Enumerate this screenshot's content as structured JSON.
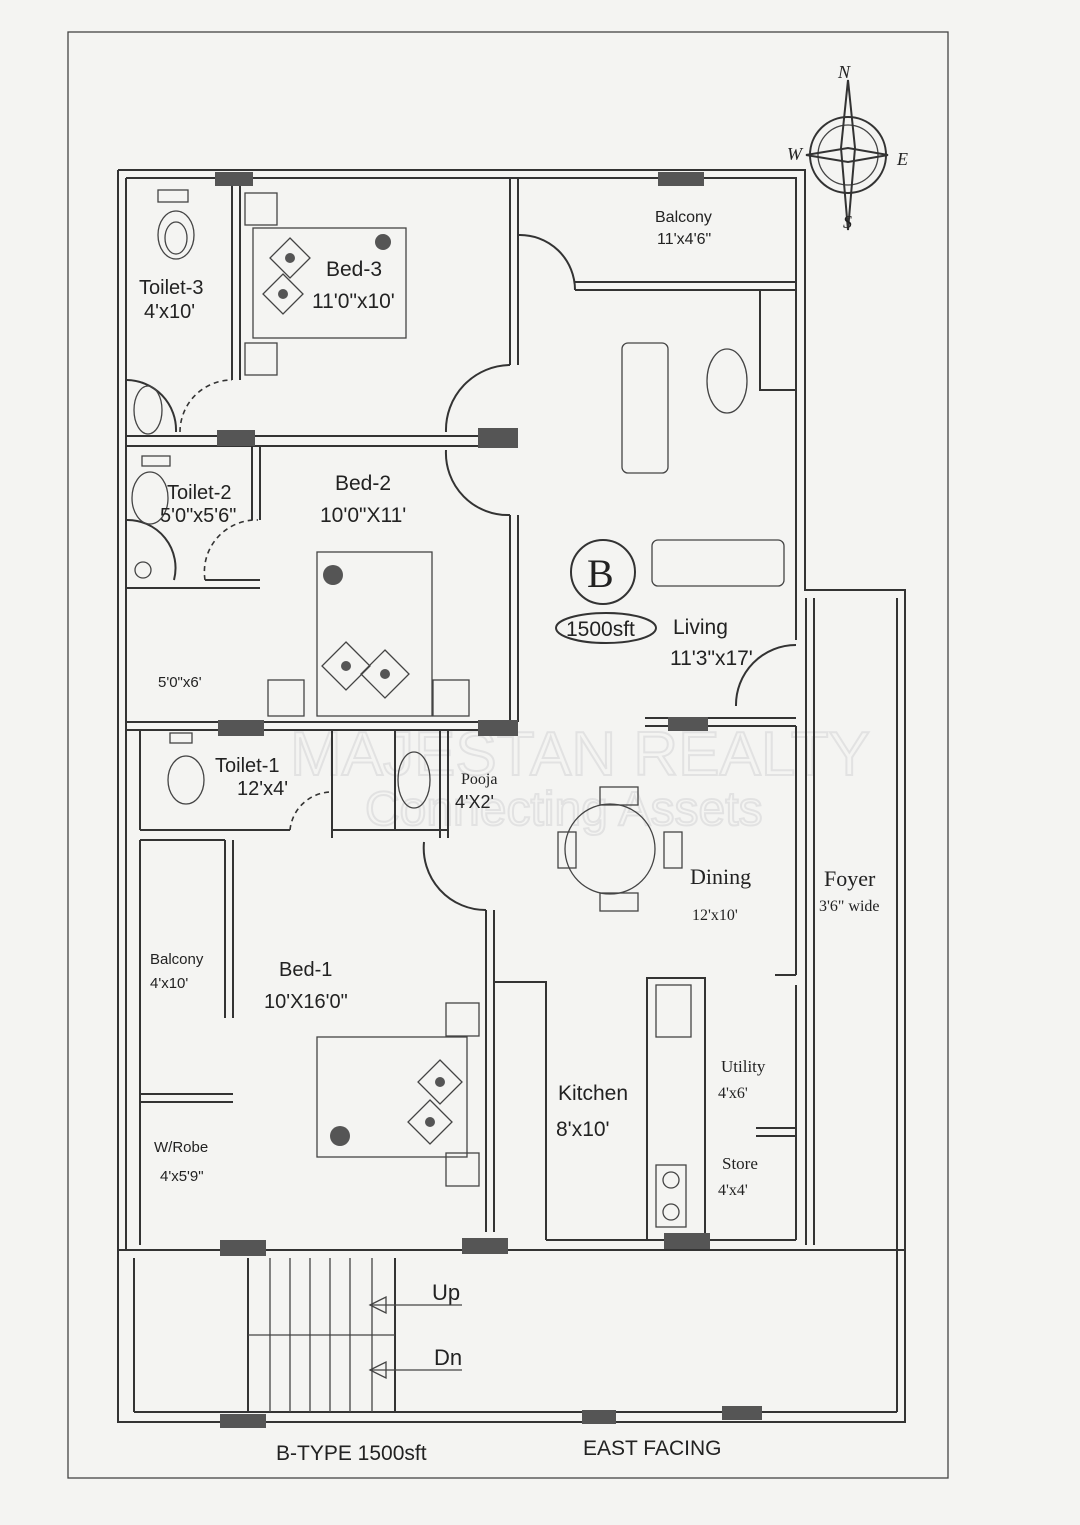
{
  "plan": {
    "type_label": "B-TYPE 1500sft",
    "facing_label": "EAST FACING",
    "badge_letter": "B",
    "area_label": "1500sft"
  },
  "compass": {
    "n": "N",
    "s": "S",
    "e": "E",
    "w": "W"
  },
  "watermark": {
    "title": "MAJESTAN REALTY",
    "subtitle": "Connecting Assets"
  },
  "rooms": {
    "toilet3": {
      "name": "Toilet-3",
      "size": "4'x10'"
    },
    "bed3": {
      "name": "Bed-3",
      "size": "11'0\"x10'"
    },
    "balcony_top": {
      "name": "Balcony",
      "size": "11'x4'6\""
    },
    "toilet2": {
      "name": "Toilet-2",
      "size": "5'0\"x5'6\""
    },
    "bed2": {
      "name": "Bed-2",
      "size": "10'0\"X11'"
    },
    "dress": {
      "size": "5'0\"x6'"
    },
    "living": {
      "name": "Living",
      "size": "11'3\"x17'"
    },
    "toilet1": {
      "name": "Toilet-1",
      "size": "12'x4'"
    },
    "pooja": {
      "name": "Pooja",
      "size": "4'X2'"
    },
    "dining": {
      "name": "Dining",
      "size": "12'x10'"
    },
    "foyer": {
      "name": "Foyer",
      "size": "3'6\" wide"
    },
    "balcony_left": {
      "name": "Balcony",
      "size": "4'x10'"
    },
    "bed1": {
      "name": "Bed-1",
      "size": "10'X16'0\""
    },
    "wrobe": {
      "name": "W/Robe",
      "size": "4'x5'9\""
    },
    "kitchen": {
      "name": "Kitchen",
      "size": "8'x10'"
    },
    "utility": {
      "name": "Utility",
      "size": "4'x6'"
    },
    "store": {
      "name": "Store",
      "size": "4'x4'"
    }
  },
  "stairs": {
    "up": "Up",
    "down": "Dn"
  }
}
